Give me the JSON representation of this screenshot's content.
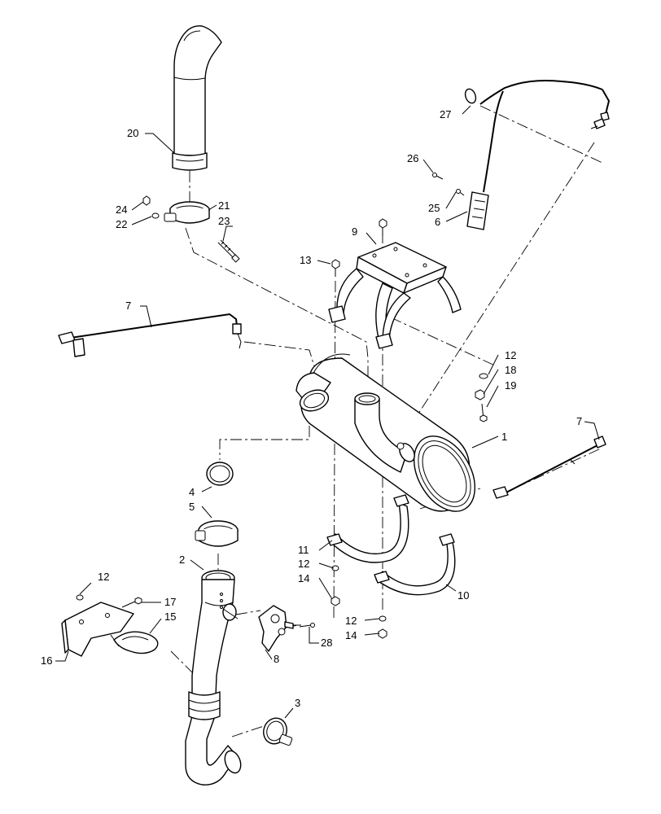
{
  "callouts": {
    "c1": "1",
    "c2": "2",
    "c3": "3",
    "c4": "4",
    "c5": "5",
    "c6": "6",
    "c7a": "7",
    "c7b": "7",
    "c8": "8",
    "c9": "9",
    "c10": "10",
    "c11": "11",
    "c12a": "12",
    "c12b": "12",
    "c12c": "12",
    "c12d": "12",
    "c13": "13",
    "c14a": "14",
    "c14b": "14",
    "c15": "15",
    "c16": "16",
    "c17": "17",
    "c18": "18",
    "c19": "19",
    "c20": "20",
    "c21": "21",
    "c22": "22",
    "c23": "23",
    "c24": "24",
    "c25": "25",
    "c26": "26",
    "c27": "27",
    "c28": "28"
  }
}
